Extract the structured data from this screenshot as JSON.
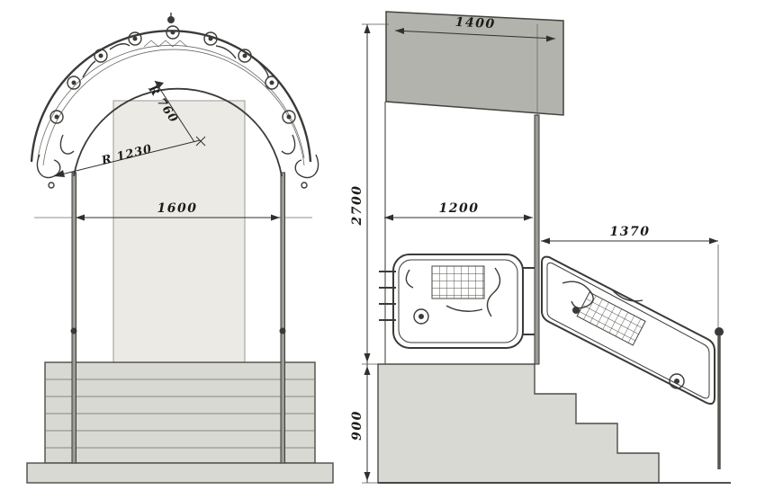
{
  "front_view": {
    "width_label": "1600",
    "radius_top_label": "R 760",
    "radius_lower_label": "R 1230"
  },
  "side_view": {
    "canopy_width_label": "1400",
    "upper_height_label": "2700",
    "platform_depth_label": "1200",
    "railing_length_label": "1370",
    "stairs_height_label": "900"
  },
  "colors": {
    "canopy_fill": "#b3b3ae",
    "steps_fill": "#d9d9d3",
    "door_fill": "#eceae5",
    "post_fill": "#9c9c96"
  }
}
